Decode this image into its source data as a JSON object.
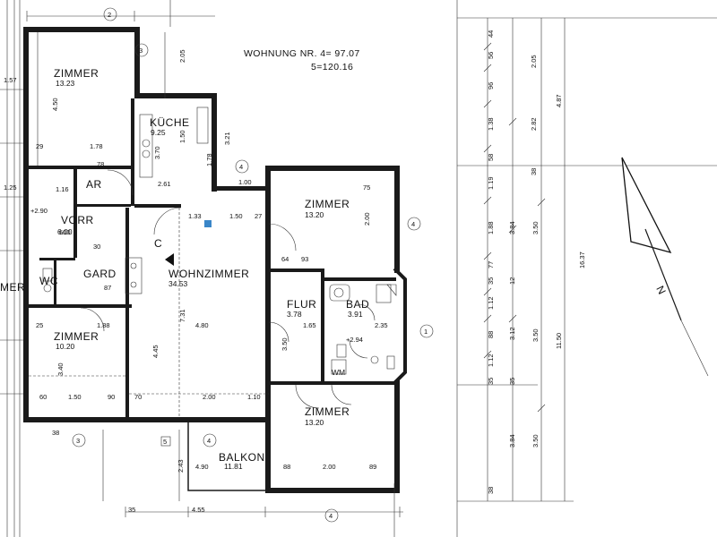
{
  "title": {
    "line1": "WOHNUNG NR. 4= 97.07",
    "line2": "5=120.16"
  },
  "north_label": "N",
  "rooms": {
    "zimmer_nw": {
      "name": "ZIMMER",
      "area": "13.23"
    },
    "kueche": {
      "name": "KÜCHE",
      "area": "9.25"
    },
    "zimmer_ne": {
      "name": "ZIMMER",
      "area": "13.20"
    },
    "wohnzimmer": {
      "name": "WOHNZIMMER",
      "area": "34.53"
    },
    "flur": {
      "name": "FLUR",
      "area": "3.78"
    },
    "bad": {
      "name": "BAD",
      "area": "3.91"
    },
    "zimmer_sw": {
      "name": "ZIMMER",
      "area": "10.20"
    },
    "zimmer_se": {
      "name": "ZIMMER",
      "area": "13.20"
    },
    "balkon": {
      "name": "BALKON",
      "area": "11.81"
    },
    "vorr": {
      "name": "VORR",
      "area": "6.00"
    },
    "gard": {
      "name": "GARD"
    },
    "wc": {
      "name": "WC"
    },
    "ar": {
      "name": "AR"
    },
    "zimmer_cut_left": {
      "name": "MER"
    }
  },
  "axis_markers": [
    "2",
    "3",
    "4",
    "1",
    "5",
    "3",
    "4",
    "4"
  ],
  "dims": {
    "d205": "2.05",
    "d450": "4.50",
    "d178a": "1.78",
    "d370": "3.70",
    "d150": "1.50",
    "d321": "3.21",
    "d100": "1.00",
    "d133": "1.33",
    "d150b": "1.50",
    "d27": "27",
    "d200": "2.00",
    "d75": "75",
    "d64": "64",
    "d93": "93",
    "d731": "7.31",
    "d480": "4.80",
    "d165": "1.65",
    "d235": "2.35",
    "d294": "+2.94",
    "d350": "3.50",
    "d340": "3.40",
    "d445": "4.45",
    "d188": "1.88",
    "d150c": "1.50",
    "d90": "90",
    "d70": "70",
    "d200b": "2.00",
    "d110": "1.10",
    "d60": "60",
    "d243": "2.43",
    "d490": "4.90",
    "d88": "88",
    "d200c": "2.00",
    "d89": "89",
    "d455": "4.55",
    "d35": "35",
    "d38": "38",
    "d25": "25",
    "d290": "+2.90",
    "d600": "600",
    "d30": "30",
    "d87": "87",
    "d125": "1.25",
    "d116": "1.16",
    "d78": "78",
    "d261": "2.61",
    "d29": "29",
    "d178b": "1.78",
    "d157": "1.57"
  },
  "right_chain_1": [
    "44",
    "56",
    "96",
    "1.38",
    "58",
    "1.19",
    "1.88",
    "77",
    "35",
    "1.12",
    "88",
    "1.12",
    "35",
    "38"
  ],
  "right_chain_2": [
    "2.05",
    "2.82",
    "38",
    "3.84",
    "12",
    "3.12",
    "35",
    "3.84"
  ],
  "right_chain_3": [
    "4.87",
    "3.50",
    "3.50",
    "3.50"
  ],
  "right_chain_4": [
    "16.37",
    "11.50"
  ],
  "small_marks": [
    "WM",
    "C"
  ]
}
